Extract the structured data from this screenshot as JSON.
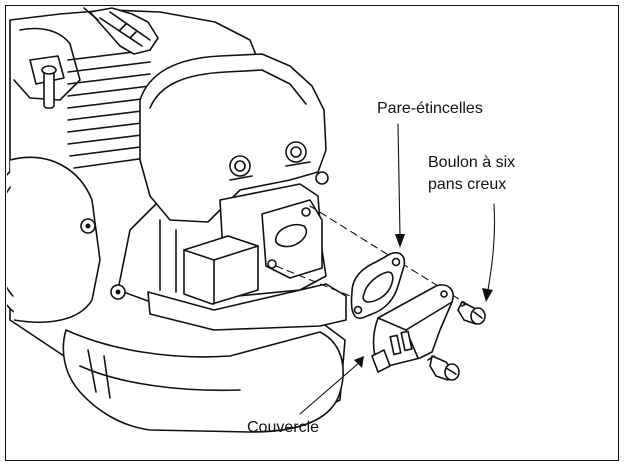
{
  "labels": {
    "spark_arrester": "Pare-étincelles",
    "hex_bolt_line1": "Boulon à six",
    "hex_bolt_line2": "pans creux",
    "cover": "Couvercle"
  },
  "colors": {
    "ink": "#111111",
    "paper": "#ffffff"
  }
}
